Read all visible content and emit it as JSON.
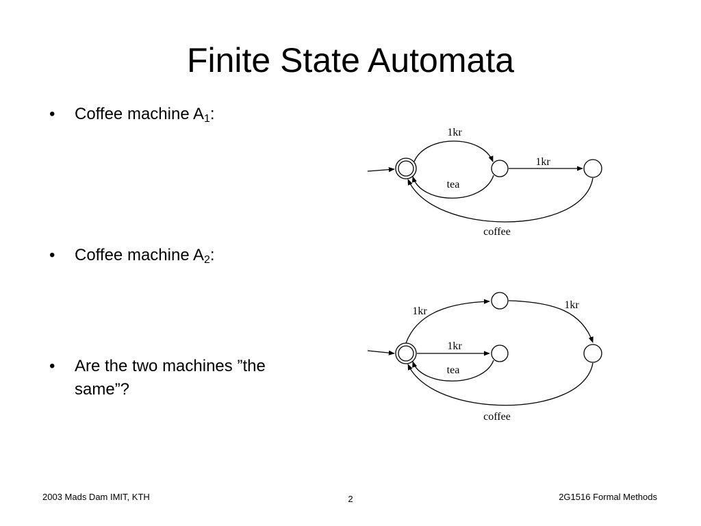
{
  "slide": {
    "title": "Finite State Automata",
    "bullets": [
      {
        "marker": "•",
        "text": "Coffee machine A",
        "sub": "1",
        "suffix": ":"
      },
      {
        "marker": "•",
        "text": "Coffee machine A",
        "sub": "2",
        "suffix": ":"
      },
      {
        "marker": "•",
        "text": "Are the two machines ”the same”?"
      }
    ],
    "footer": {
      "left": "2003 Mads Dam IMIT, KTH",
      "page": "2",
      "right": "2G1516 Formal Methods"
    }
  },
  "automaton_a1": {
    "labels": {
      "top_1kr": "1kr",
      "mid_1kr": "1kr",
      "tea": "tea",
      "coffee": "coffee"
    }
  },
  "automaton_a2": {
    "labels": {
      "upper_left_1kr": "1kr",
      "upper_right_1kr": "1kr",
      "mid_1kr": "1kr",
      "tea": "tea",
      "coffee": "coffee"
    }
  }
}
